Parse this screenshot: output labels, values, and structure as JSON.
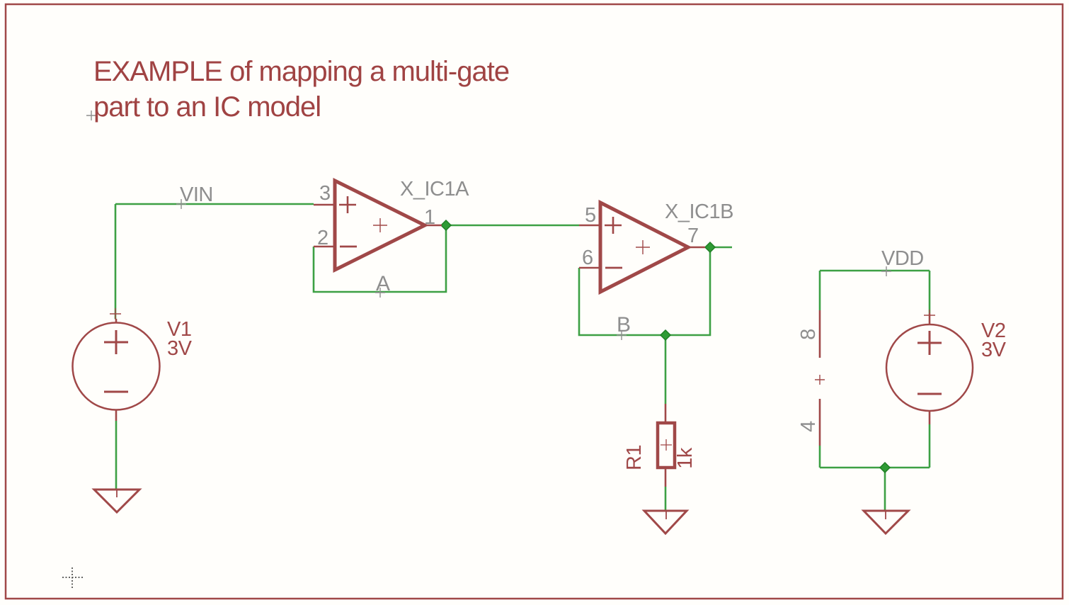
{
  "title": {
    "line1": "EXAMPLE of mapping a multi-gate",
    "line2": "part to an IC model"
  },
  "nets": {
    "vin": "VIN",
    "a": "A",
    "b": "B",
    "vdd": "VDD"
  },
  "components": {
    "opamp_a": {
      "name": "X_IC1A",
      "pin_noninv": "3",
      "pin_inv": "2",
      "pin_out": "1"
    },
    "opamp_b": {
      "name": "X_IC1B",
      "pin_noninv": "5",
      "pin_inv": "6",
      "pin_out": "7"
    },
    "v1": {
      "ref": "V1",
      "value": "3V"
    },
    "v2": {
      "ref": "V2",
      "value": "3V"
    },
    "r1": {
      "ref": "R1",
      "value": "1k"
    },
    "ic_power": {
      "pin_vplus": "8",
      "pin_vminus": "4"
    }
  },
  "colors": {
    "symbol_red": "#a04848",
    "wire_green": "#3da044",
    "label_gray": "#8e8e8e",
    "background": "#fffefb"
  }
}
